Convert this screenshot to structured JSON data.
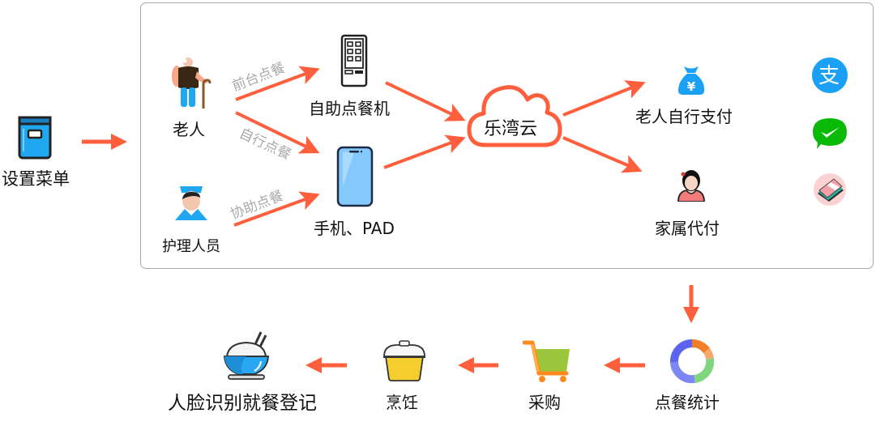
{
  "title": "乐湾云点餐流程",
  "colors": {
    "arrow": "#ff5f3d",
    "edge_label": "#a9a9a9",
    "border": "#a8a8a8",
    "blue": "#1aa1f5",
    "green": "#09bb07"
  },
  "start": {
    "label": "设置菜单",
    "icon": "menu-book-icon"
  },
  "actors": [
    {
      "id": "elder",
      "label": "老人",
      "icon": "elderly-person-icon"
    },
    {
      "id": "nurse",
      "label": "护理人员",
      "icon": "nurse-icon"
    }
  ],
  "devices": [
    {
      "id": "kiosk",
      "label": "自助点餐机",
      "icon": "kiosk-icon"
    },
    {
      "id": "mobile",
      "label": "手机、PAD",
      "icon": "phone-icon"
    }
  ],
  "edges": [
    {
      "from": "elder",
      "to": "kiosk",
      "label": "前台点餐"
    },
    {
      "from": "elder",
      "to": "mobile",
      "label": "自行点餐"
    },
    {
      "from": "nurse",
      "to": "mobile",
      "label": "协助点餐"
    }
  ],
  "cloud": {
    "label": "乐湾云",
    "icon": "cloud-icon"
  },
  "payments": [
    {
      "id": "self-pay",
      "label": "老人自行支付",
      "icon": "money-bag-icon"
    },
    {
      "id": "family-pay",
      "label": "家属代付",
      "icon": "family-member-icon"
    }
  ],
  "payment_methods": [
    {
      "name": "alipay",
      "icon": "alipay-icon",
      "glyph": "支"
    },
    {
      "name": "wechat-pay",
      "icon": "wechat-pay-icon"
    },
    {
      "name": "cash",
      "icon": "cash-icon"
    }
  ],
  "pipeline": [
    {
      "id": "stats",
      "label": "点餐统计",
      "icon": "donut-chart-icon"
    },
    {
      "id": "purchase",
      "label": "采购",
      "icon": "shopping-cart-icon"
    },
    {
      "id": "cooking",
      "label": "烹饪",
      "icon": "cooking-pot-icon"
    },
    {
      "id": "dining",
      "label": "人脸识别就餐登记",
      "icon": "rice-bowl-icon"
    }
  ],
  "currency_symbol": "¥"
}
